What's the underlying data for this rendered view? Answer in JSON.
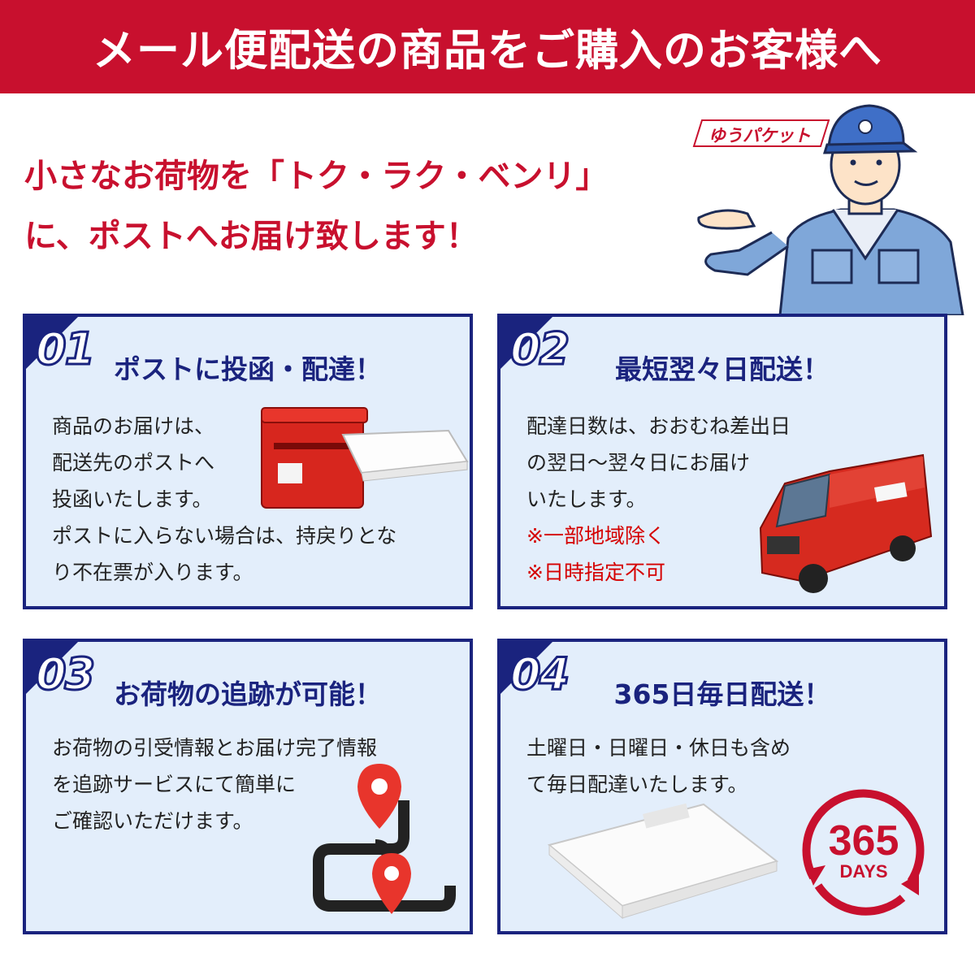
{
  "banner": {
    "title": "メール便配送の商品をご購入のお客様へ"
  },
  "headline": {
    "line1": "小さなお荷物を「トク・ラク・ベンリ」",
    "line2": "に、ポストへお届け致します！"
  },
  "mascot": {
    "service_label": "ゆうパケット"
  },
  "colors": {
    "brand_red": "#c8102e",
    "navy": "#1a237e",
    "card_bg": "#e3eefb",
    "note_red": "#d50000"
  },
  "cards": [
    {
      "number": "01",
      "title": "ポストに投函・配達！",
      "lines": [
        "商品のお届けは、",
        "配送先のポストへ",
        "投函いたします。",
        "ポストに入らない場合は、持戻りとな",
        "り不在票が入ります。"
      ],
      "illustration": "mailbox-icon"
    },
    {
      "number": "02",
      "title": "最短翌々日配送！",
      "lines": [
        "配達日数は、おおむね差出日",
        "の翌日〜翌々日にお届け",
        "いたします。"
      ],
      "notes": [
        "※一部地域除く",
        "※日時指定不可"
      ],
      "illustration": "delivery-van-icon"
    },
    {
      "number": "03",
      "title": "お荷物の追跡が可能！",
      "lines": [
        "お荷物の引受情報とお届け完了情報",
        "を追跡サービスにて簡単に",
        "ご確認いただけます。"
      ],
      "illustration": "tracking-route-icon"
    },
    {
      "number": "04",
      "title": "365日毎日配送！",
      "lines": [
        "土曜日・日曜日・休日も含め",
        "て毎日配達いたします。"
      ],
      "illustration": "package-icon",
      "badge": {
        "number": "365",
        "unit": "DAYS"
      }
    }
  ]
}
